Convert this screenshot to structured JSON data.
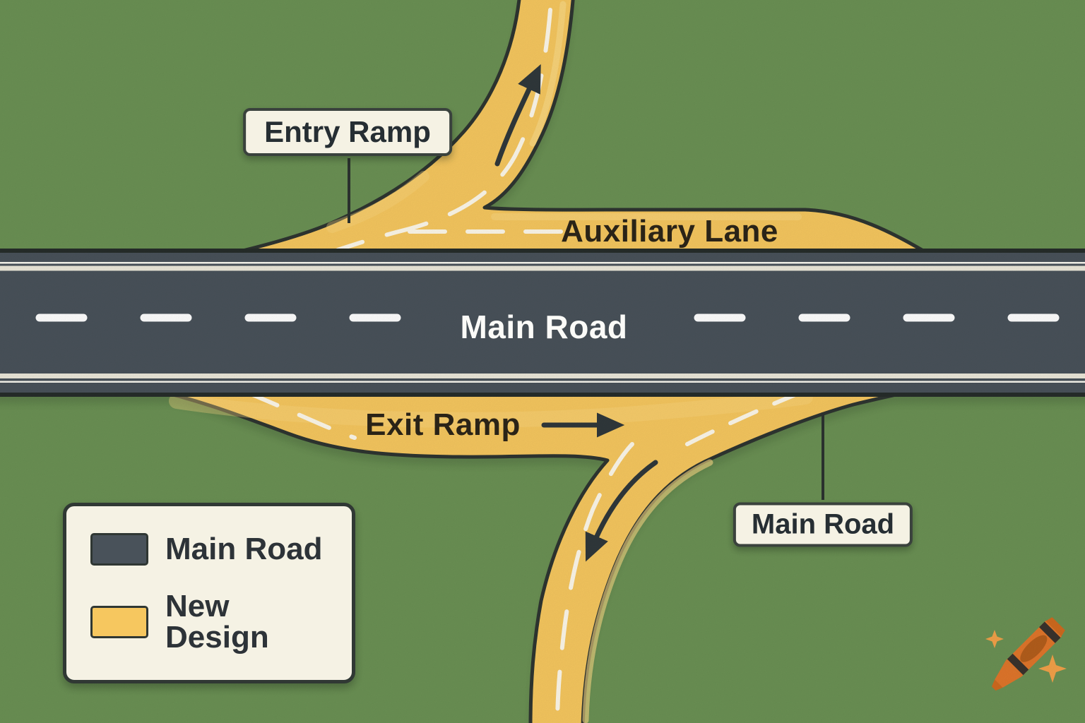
{
  "diagram": {
    "labels": {
      "entry_ramp": "Entry Ramp",
      "auxiliary_lane": "Auxiliary Lane",
      "main_road": "Main Road",
      "exit_ramp": "Exit Ramp",
      "main_road_callout": "Main Road"
    },
    "legend": {
      "items": [
        {
          "label": "Main Road",
          "color": "#49525a"
        },
        {
          "label": "New Design",
          "color": "#f6c75f"
        }
      ]
    },
    "colors": {
      "background": "#6b9154",
      "main_road": "#49525a",
      "new_design": "#f6c75f",
      "road_outline": "#2a312e",
      "edge_line": "#ece8da",
      "lane_marking": "#ffffff",
      "label_box_bg": "#f5f2e4",
      "label_text": "#262e33",
      "arrow": "#30383b",
      "watermark_orange": "#e0762b",
      "sparkle": "#f2a149"
    },
    "icons": {
      "watermark": "crayon-icon"
    }
  }
}
